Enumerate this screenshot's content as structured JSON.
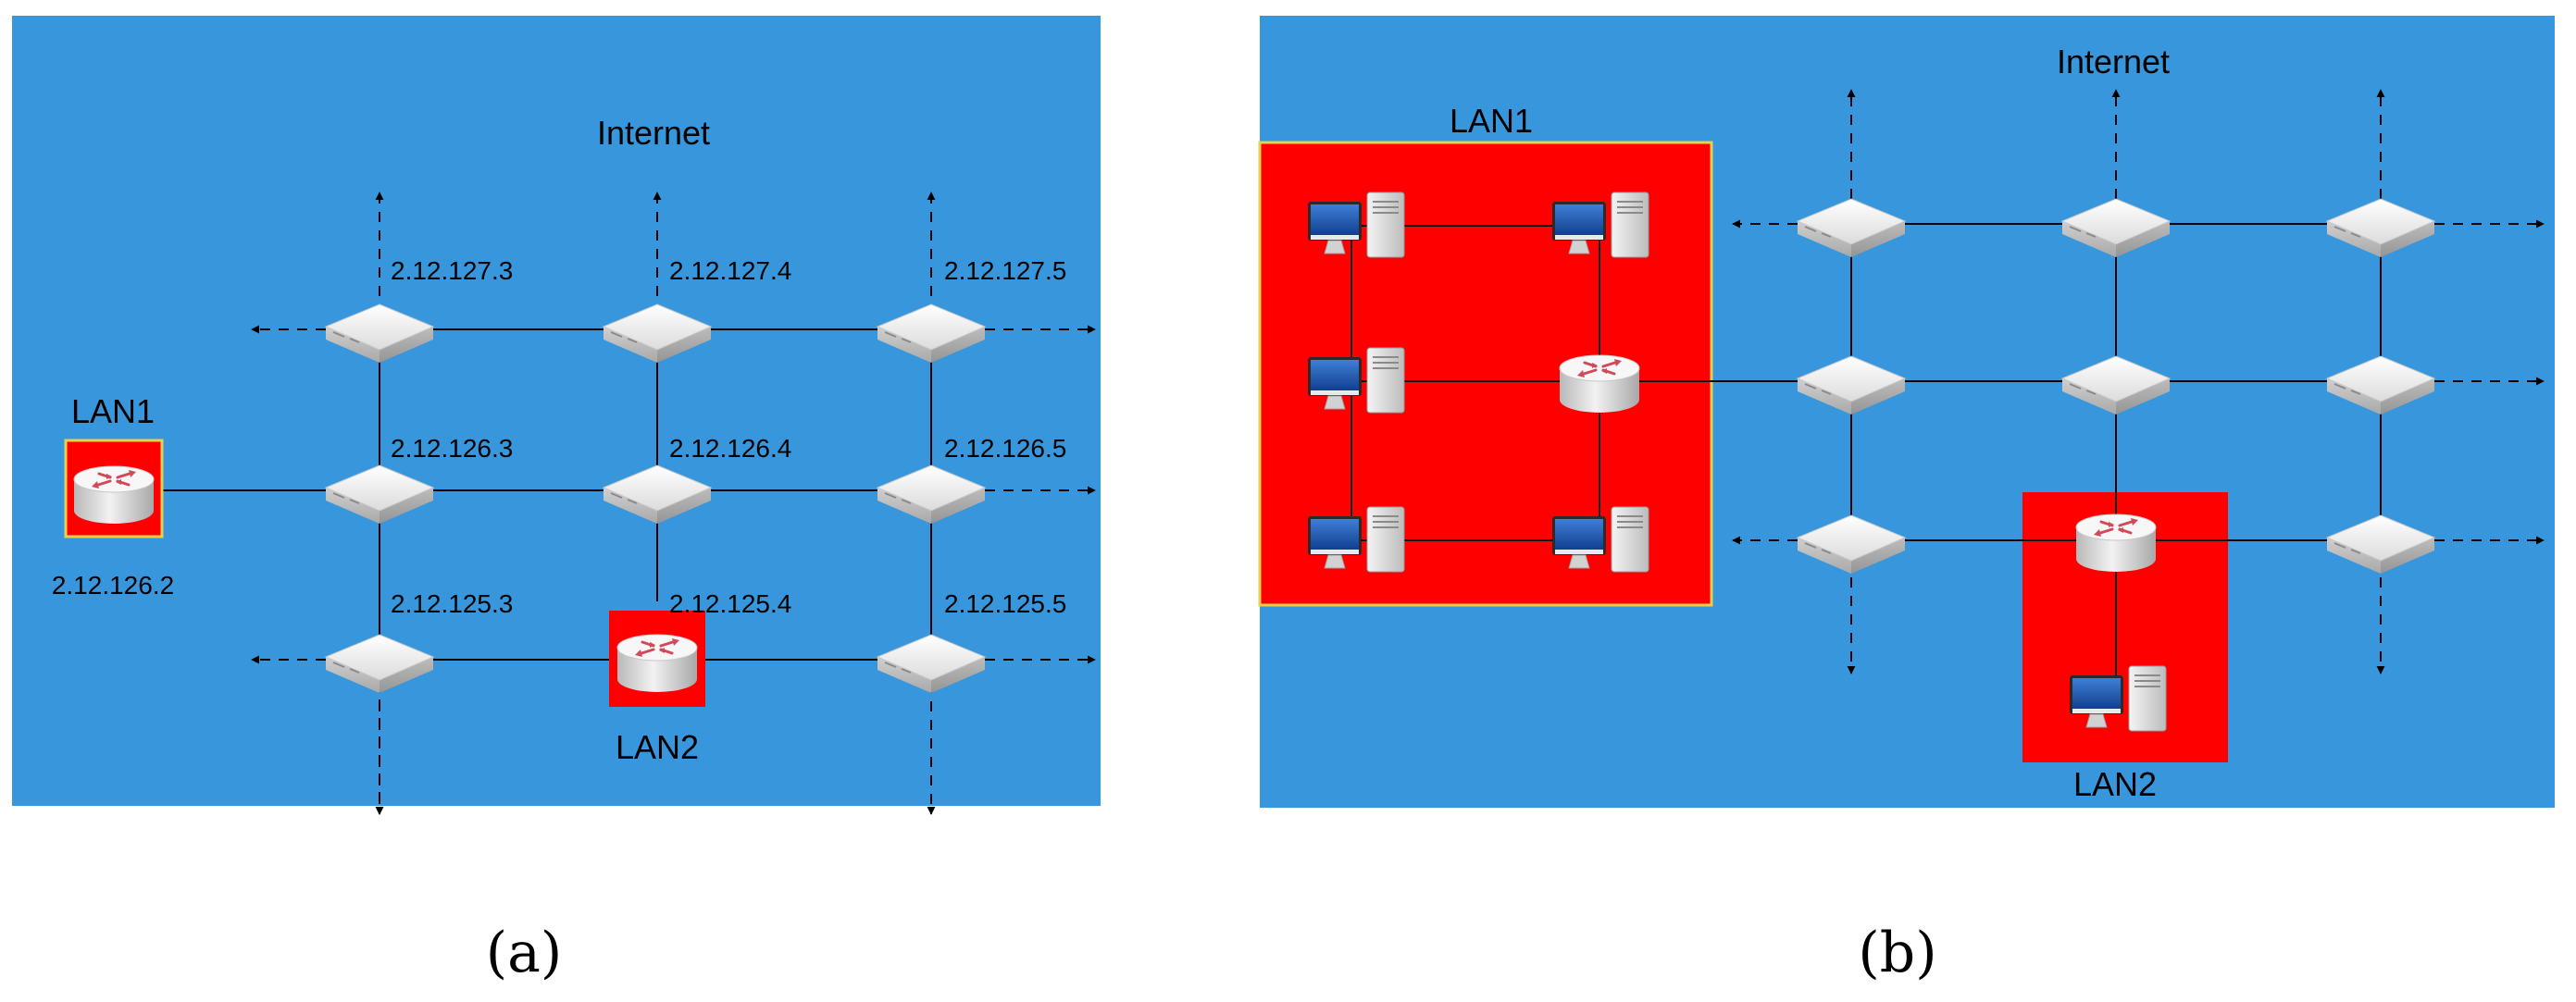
{
  "colors": {
    "background": "#3897DC",
    "lan_box": "#FF0000",
    "lan_box_border": "#E8D24A",
    "link": "#000000"
  },
  "panel_a": {
    "caption": "(a)",
    "title": "Internet",
    "lan1_label": "LAN1",
    "lan2_label": "LAN2",
    "lan1_address": "2.12.126.2",
    "switch_addresses": [
      [
        "2.12.127.3",
        "2.12.127.4",
        "2.12.127.5"
      ],
      [
        "2.12.126.3",
        "2.12.126.4",
        "2.12.126.5"
      ],
      [
        "2.12.125.3",
        "2.12.125.4",
        "2.12.125.5"
      ]
    ]
  },
  "panel_b": {
    "caption": "(b)",
    "title": "Internet",
    "lan1_label": "LAN1",
    "lan2_label": "LAN2"
  },
  "icons": {
    "switch": "network-switch-icon",
    "router": "router-icon",
    "computer": "desktop-computer-icon"
  }
}
